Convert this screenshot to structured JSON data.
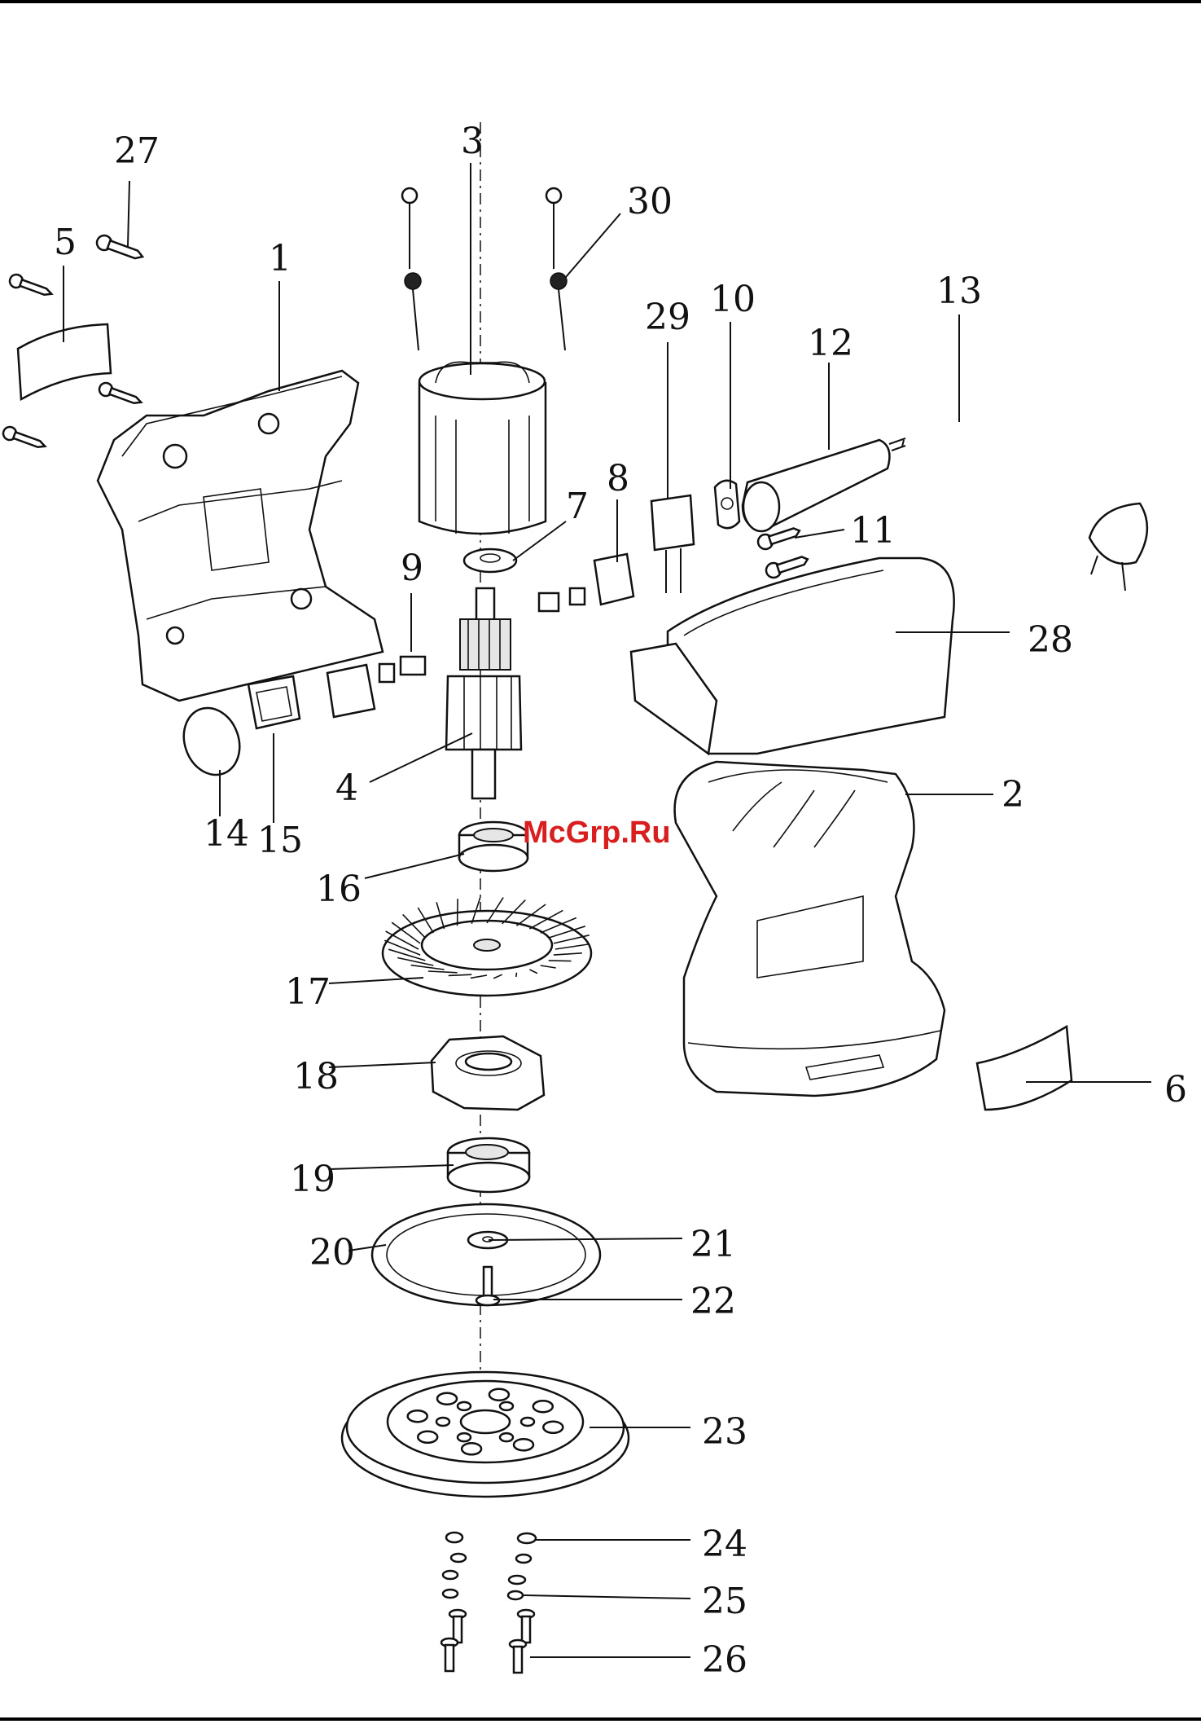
{
  "watermark": "McGrp.Ru",
  "labels": {
    "p1": "1",
    "p2": "2",
    "p3": "3",
    "p4": "4",
    "p5": "5",
    "p6": "6",
    "p7": "7",
    "p8": "8",
    "p9": "9",
    "p10": "10",
    "p11": "11",
    "p12": "12",
    "p13": "13",
    "p14": "14",
    "p15": "15",
    "p16": "16",
    "p17": "17",
    "p18": "18",
    "p19": "19",
    "p20": "20",
    "p21": "21",
    "p22": "22",
    "p23": "23",
    "p24": "24",
    "p25": "25",
    "p26": "26",
    "p27": "27",
    "p28": "28",
    "p29": "29",
    "p30": "30"
  }
}
